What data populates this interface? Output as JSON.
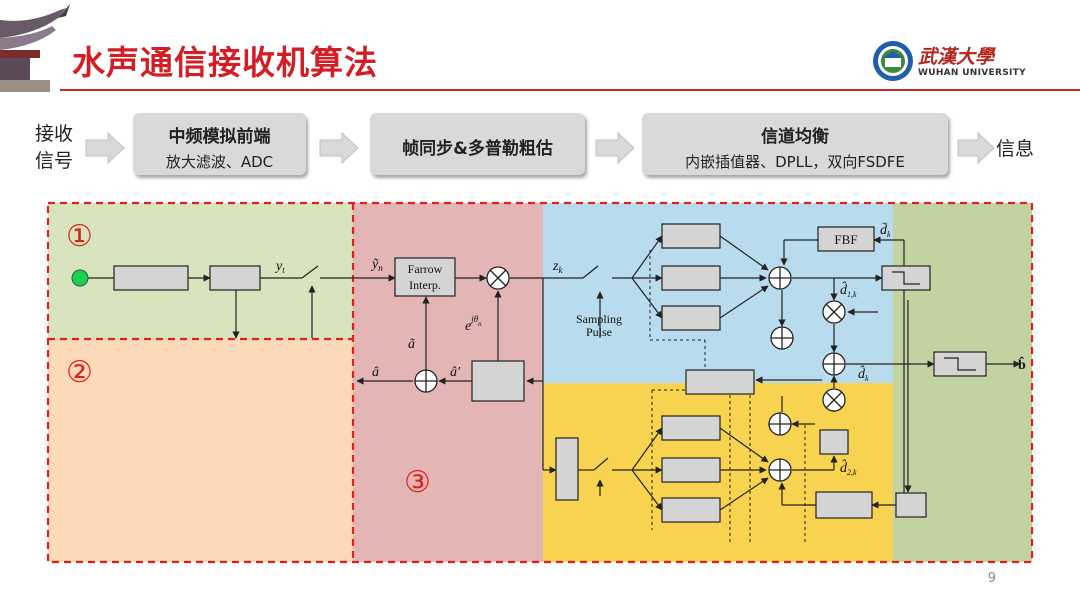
{
  "title": "水声通信接收机算法",
  "logo": {
    "cn": "武漢大學",
    "en": "WUHAN UNIVERSITY"
  },
  "pipeline": {
    "input_label_1": "接收",
    "input_label_2": "信号",
    "stages": [
      {
        "title": "中频模拟前端",
        "subtitle": "放大滤波、ADC"
      },
      {
        "title": "帧同步&多普勒粗估",
        "subtitle": ""
      },
      {
        "title": "信道均衡",
        "subtitle": "内嵌插值器、DPLL，双向FSDFE"
      }
    ],
    "output_label": "信息"
  },
  "diagram": {
    "region_numbers": [
      "①",
      "②",
      "③"
    ],
    "labels": {
      "y_t": "y",
      "y_t_sub": "t",
      "y_n": "ỹ",
      "y_n_sub": "n",
      "farrow_1": "Farrow",
      "farrow_2": "Interp.",
      "z_k": "z",
      "z_k_sub": "k",
      "exp": "e",
      "exp_sup": "jθ",
      "exp_sub": "n",
      "a_tilde": "ã",
      "a_hat": "â",
      "a_hat_prime": "â′",
      "sampling_1": "Sampling",
      "sampling_2": "Pulse",
      "fbf": "FBF",
      "d_bar": "d̄",
      "d_bar_sub": "k",
      "d1": "d̂",
      "d1_sub": "1,k",
      "d2": "d̂",
      "d2_sub": "2,k",
      "dk": "d̂",
      "dk_sub": "k",
      "b_hat": "b̂"
    },
    "colors": {
      "zone1": "#d8e4bd",
      "zone2": "#fcd9b8",
      "zone3": "#e3b5b5",
      "zone_blue": "#b8dced",
      "zone_yellow": "#f8d34f",
      "zone_green_right": "#c2d3a1",
      "dash": "#e0201c",
      "block": "#d4d4d4"
    }
  },
  "page_number": "9"
}
